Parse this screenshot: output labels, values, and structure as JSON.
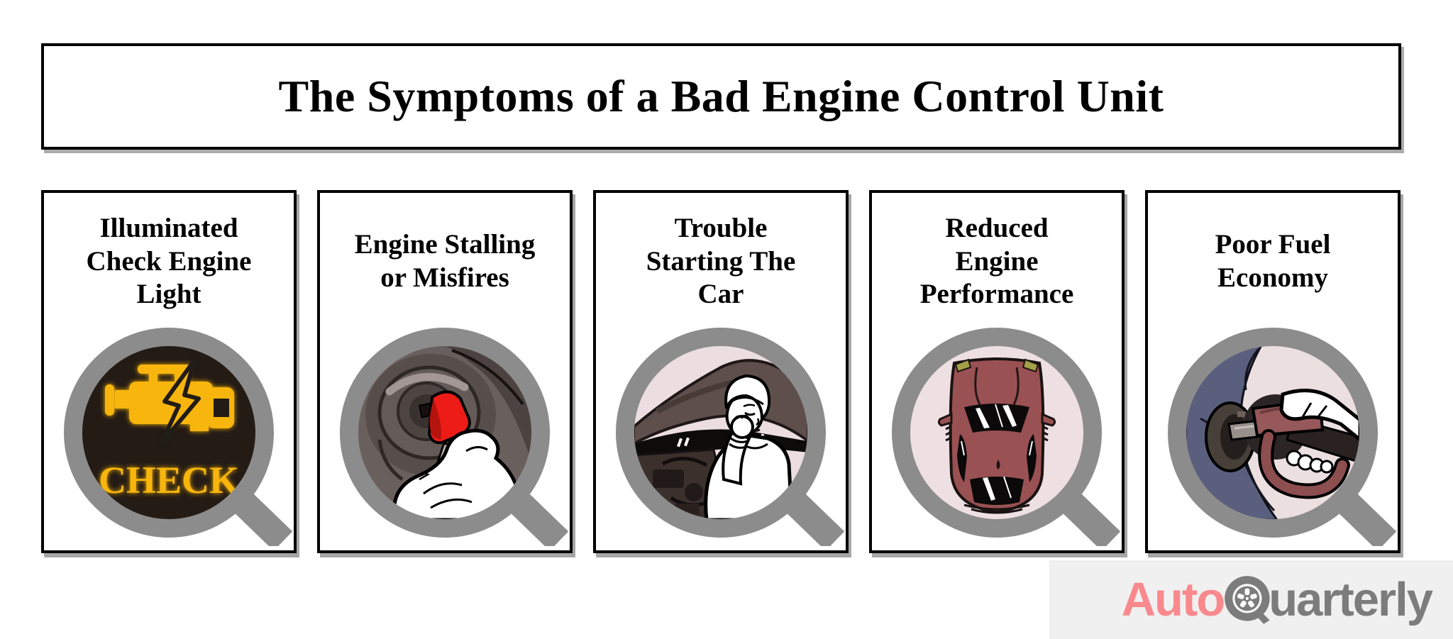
{
  "header": {
    "title": "The Symptoms of a Bad Engine Control Unit"
  },
  "cards": [
    {
      "title": "Illuminated Check Engine Light",
      "lines": [
        "Illuminated",
        "Check Engine",
        "Light"
      ],
      "illustration": "check-engine-warning-light",
      "check_label": "CHECK"
    },
    {
      "title": "Engine Stalling or Misfires",
      "lines": [
        "Engine Stalling",
        "or Misfires"
      ],
      "illustration": "hand-turning-key-in-ignition"
    },
    {
      "title": "Trouble Starting The Car",
      "lines": [
        "Trouble",
        "Starting The",
        "Car"
      ],
      "illustration": "person-leaning-over-open-hood"
    },
    {
      "title": "Reduced Engine Performance",
      "lines": [
        "Reduced",
        "Engine",
        "Performance"
      ],
      "illustration": "car-top-view"
    },
    {
      "title": "Poor Fuel Economy",
      "lines": [
        "Poor Fuel",
        "Economy"
      ],
      "illustration": "hand-holding-fuel-pump-nozzle"
    }
  ],
  "logo": {
    "part1": "Auto",
    "part2": "uarterly",
    "full_name": "AutoQuarterly"
  },
  "colors": {
    "magnifier_gray": "#8c8c8c",
    "card_border": "#000000",
    "shadow_gray": "#a6a6a6",
    "check_light_bg": "#241b15",
    "check_light_yellow": "#f8b511",
    "logo_accent_pink": "#f9898d",
    "logo_gray": "#7c7c7c",
    "logo_strip_bg": "#f0f0f0",
    "lens_pink_bg": "#ecdfe0",
    "ignition_bg": "#69605e",
    "car_maroon": "#9a5153",
    "jeans_blue": "#5a5f7d",
    "key_red": "#ed1c16"
  }
}
